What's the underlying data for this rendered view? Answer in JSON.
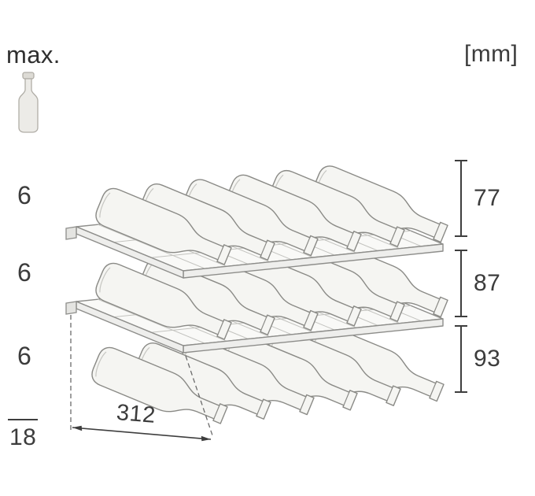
{
  "header": {
    "max_label": "max.",
    "units_label": "[mm]"
  },
  "counts": {
    "row1": "6",
    "row2": "6",
    "row3": "6",
    "total": "18"
  },
  "dimensions": {
    "row1_height": "77",
    "row2_height": "87",
    "row3_height": "93",
    "shelf_depth": "312"
  },
  "diagram": {
    "type": "isometric wine-rack loading plan",
    "shelf_count": 2,
    "bottle_rows": 3,
    "bottles_per_row": 6,
    "total_bottles": 18
  },
  "colors": {
    "background": "#ffffff",
    "outline": "#8a8a86",
    "bottle_fill": "#f5f5f2",
    "shelf_fill": "#f9f9f7",
    "dimension": "#3e3e3e",
    "text": "#3c3c3c"
  }
}
